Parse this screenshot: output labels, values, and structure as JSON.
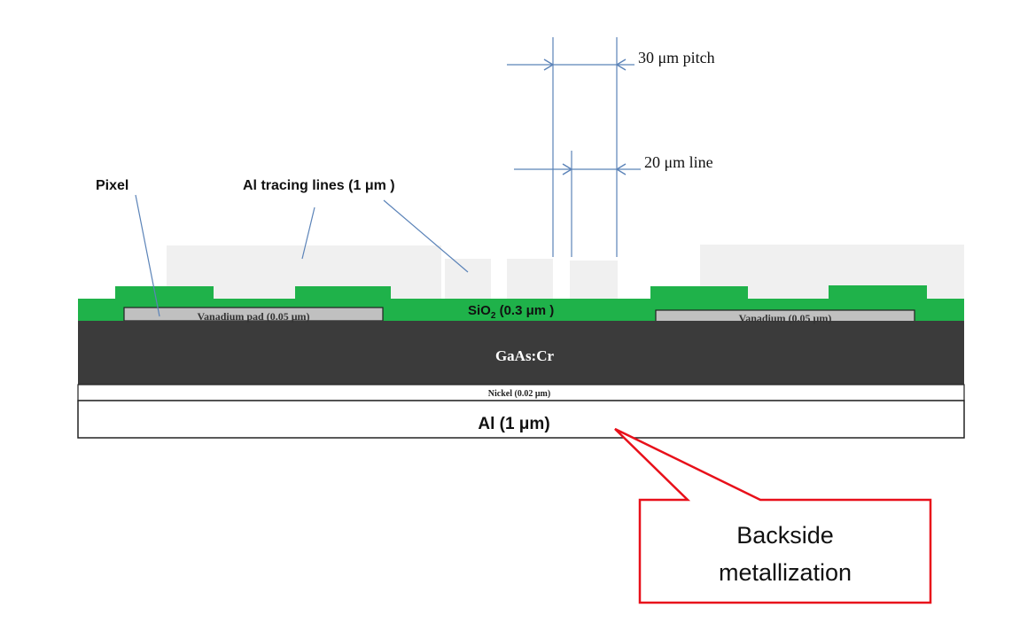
{
  "labels": {
    "pixel": "Pixel",
    "al_tracing": "Al tracing lines (1 μm )",
    "pitch": "30 μm pitch",
    "line_width": "20 μm line",
    "sio2_main": "SiO",
    "sio2_sub": "2",
    "sio2_rest": " (0.3 μm )",
    "vanadium_pad": "Vanadium pad (0.05 μm)",
    "vanadium": "Vanadium (0.05 μm)",
    "substrate": "GaAs:Cr",
    "nickel": "Nickel (0.02 μm)",
    "aluminum": "Al (1 μm)",
    "callout_line1": "Backside",
    "callout_line2": "metallization"
  },
  "colors": {
    "green": "#1fb24a",
    "dark_gray": "#3b3b3b",
    "light_gray": "#f0f0f0",
    "pad_gray": "#c0c0c0",
    "blue": "#5b83b8",
    "red": "#e8101a"
  }
}
